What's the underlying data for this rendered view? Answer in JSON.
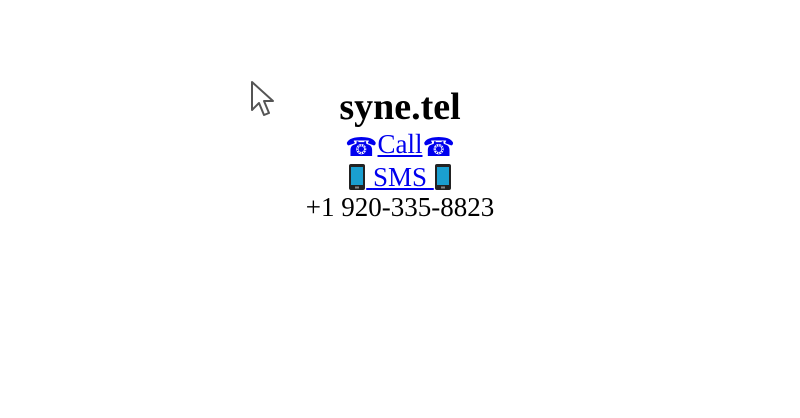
{
  "title": "syne.tel",
  "call": {
    "label": "Call",
    "icon_glyph": "☎",
    "icon": "telephone-icon"
  },
  "sms": {
    "label": "SMS",
    "icon": "mobile-phone-icon"
  },
  "phone_number": "+1 920-335-8823",
  "colors": {
    "link": "#0000ee",
    "text": "#000000",
    "background": "#ffffff",
    "sms_icon_fill": "#1a9fd0"
  }
}
